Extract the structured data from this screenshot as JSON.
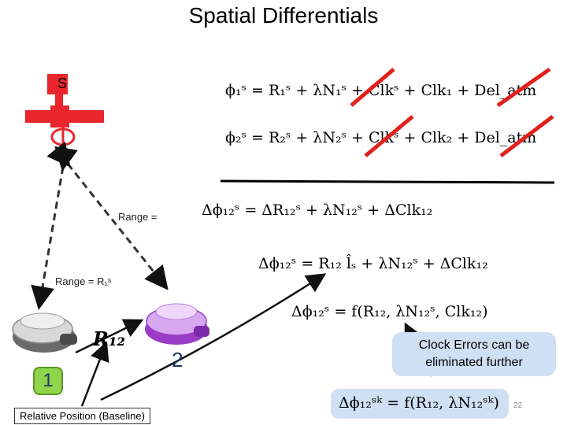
{
  "title": "Spatial Differentials",
  "satellite": {
    "label": "S"
  },
  "equations": {
    "eq1": "ϕ₁ˢ = R₁ˢ + λN₁ˢ + Clkˢ + Clk₁ + Del_atm",
    "eq2": "ϕ₂ˢ = R₂ˢ + λN₂ˢ + Clkˢ + Clk₂ + Del_atm",
    "eq3": "Δϕ₁₂ˢ = ΔR₁₂ˢ + λN₁₂ˢ + ΔClk₁₂",
    "eq4": "Δϕ₁₂ˢ = R₁₂ l̂ₛ + λN₁₂ˢ + ΔClk₁₂",
    "eq5": "Δϕ₁₂ˢ = f(R₁₂, λN₁₂ˢ, Clk₁₂)",
    "eq6": "Δϕ₁₂ˢᵏ = f(R₁₂, λN₁₂ˢᵏ)"
  },
  "range_labels": {
    "range1": "Range =",
    "range2": "Range = R₁ˢ"
  },
  "receivers": {
    "r1": "1",
    "r2": "2"
  },
  "baseline_symbol": "R₁₂",
  "callout": "Clock Errors can be eliminated further",
  "baseline_label": "Relative Position (Baseline)",
  "slide_number": "22",
  "colors": {
    "badge_green": "#8fd44b",
    "strike_red": "#e0211c",
    "callout_blue": "#cfe0f5",
    "satellite_red": "#e8262b"
  }
}
